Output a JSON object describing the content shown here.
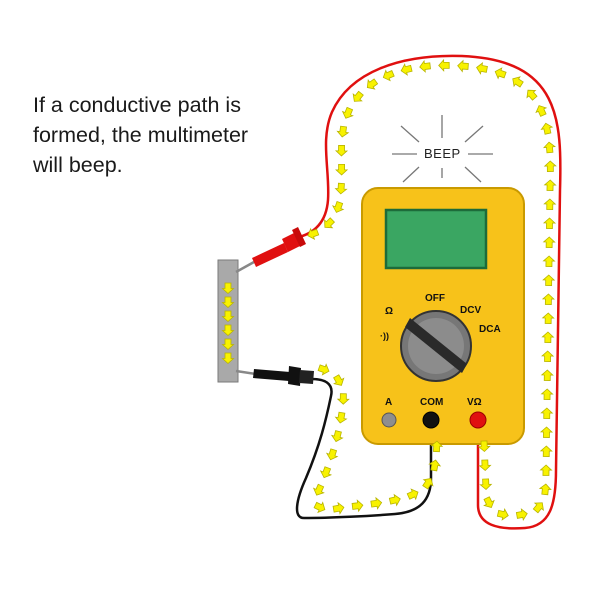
{
  "caption": {
    "line1": "If a conductive path is",
    "line2": "formed, the multimeter",
    "line3": "will beep."
  },
  "meter": {
    "beep": "BEEP",
    "dial_labels": {
      "off": "OFF",
      "ohm": "Ω",
      "dcv": "DCV",
      "dca": "DCA",
      "continuity": "·))"
    },
    "jacks": {
      "a": "A",
      "com": "COM",
      "vohm": "VΩ"
    }
  },
  "colors": {
    "meter_body": "#f7c21a",
    "meter_border": "#c99a00",
    "lcd": "#3aa662",
    "red_lead": "#e01010",
    "black_lead": "#111111",
    "arrow_fill": "#f8f200",
    "arrow_stroke": "#b8b400",
    "wire_piece": "#a8a8a8"
  }
}
